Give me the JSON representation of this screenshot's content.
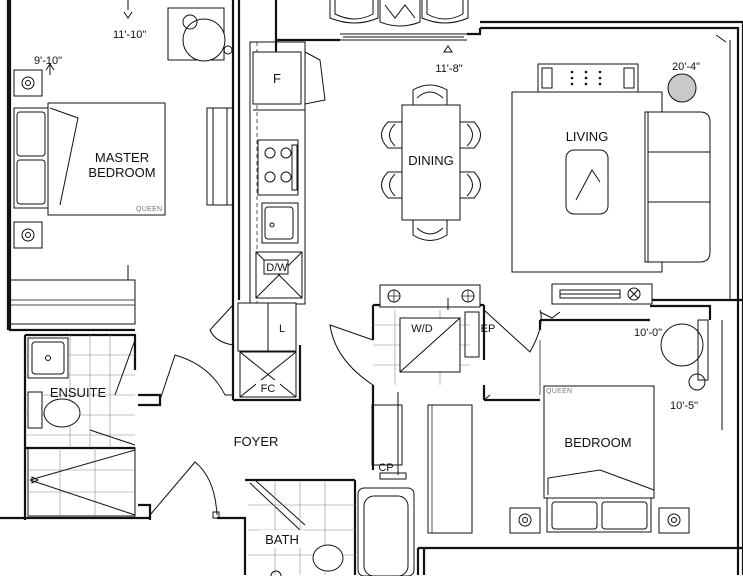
{
  "rooms": {
    "master_bedroom_line1": "MASTER",
    "master_bedroom_line2": "BEDROOM",
    "dining": "DINING",
    "living": "LIVING",
    "bedroom": "BEDROOM",
    "foyer": "FOYER",
    "ensuite": "ENSUITE",
    "bath": "BATH"
  },
  "dimensions": {
    "master_width": "9'-10\"",
    "master_depth": "11'-10\"",
    "dining_width": "11'-8\"",
    "living_depth": "20'-4\"",
    "bedroom_width": "10'-0\"",
    "bedroom_depth": "10'-5\""
  },
  "fixtures": {
    "fridge": "F",
    "dishwasher": "D/W",
    "linen": "L",
    "front_closet": "FC",
    "washer_dryer": "W/D",
    "electrical_panel": "EP",
    "closet_pantry": "CP"
  },
  "bed_size_master": "QUEEN",
  "bed_size_bedroom": "QUEEN"
}
